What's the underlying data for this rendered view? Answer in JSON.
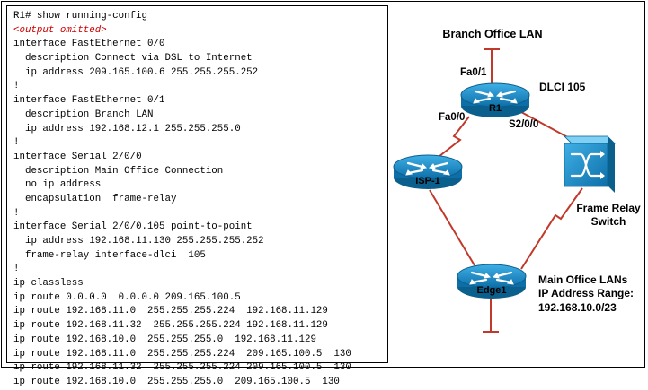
{
  "config": {
    "lines": [
      {
        "text": "R1# show running-config"
      },
      {
        "text": "<output omitted>",
        "color": "#cc0000",
        "italic": true
      },
      {
        "text": "interface FastEthernet 0/0"
      },
      {
        "text": "  description Connect via DSL to Internet"
      },
      {
        "text": "  ip address 209.165.100.6 255.255.255.252"
      },
      {
        "text": "!"
      },
      {
        "text": "interface FastEthernet 0/1"
      },
      {
        "text": "  description Branch LAN"
      },
      {
        "text": "  ip address 192.168.12.1 255.255.255.0"
      },
      {
        "text": "!"
      },
      {
        "text": "interface Serial 2/0/0"
      },
      {
        "text": "  description Main Office Connection"
      },
      {
        "text": "  no ip address"
      },
      {
        "text": "  encapsulation  frame-relay"
      },
      {
        "text": "!"
      },
      {
        "text": "interface Serial 2/0/0.105 point-to-point"
      },
      {
        "text": "  ip address 192.168.11.130 255.255.255.252"
      },
      {
        "text": "  frame-relay interface-dlci  105"
      },
      {
        "text": "!"
      },
      {
        "text": "ip classless"
      },
      {
        "text": "ip route 0.0.0.0  0.0.0.0 209.165.100.5"
      },
      {
        "text": "ip route 192.168.11.0  255.255.255.224  192.168.11.129"
      },
      {
        "text": "ip route 192.168.11.32  255.255.255.224 192.168.11.129"
      },
      {
        "text": "ip route 192.168.10.0  255.255.255.0  192.168.11.129"
      },
      {
        "text": "ip route 192.168.11.0  255.255.255.224  209.165.100.5  130"
      },
      {
        "text": "ip route 192.168.11.32  255.255.255.224 209.165.100.5  130"
      },
      {
        "text": "ip route 192.168.10.0  255.255.255.0  209.165.100.5  130"
      }
    ]
  },
  "diagram": {
    "branch_lan_label": "Branch Office  LAN",
    "r1_label": "R1",
    "isp_label": "ISP-1",
    "edge_label": "Edge1",
    "fa01_label": "Fa0/1",
    "fa00_label": "Fa0/0",
    "s200_label": "S2/0/0",
    "dlci_label": "DLCI 105",
    "fr_switch_label_1": "Frame Relay",
    "fr_switch_label_2": "Switch",
    "main_office_1": "Main Office LANs",
    "main_office_2": "IP Address Range:",
    "main_office_3": "192.168.10.0/23",
    "colors": {
      "router_fill": "#1a8fc9",
      "router_dark": "#0b5f8c",
      "link_red": "#c0392b",
      "switch_fill": "#1a8fc9"
    },
    "icons": {
      "router": "router-icon",
      "switch": "frame-relay-switch-icon"
    }
  }
}
